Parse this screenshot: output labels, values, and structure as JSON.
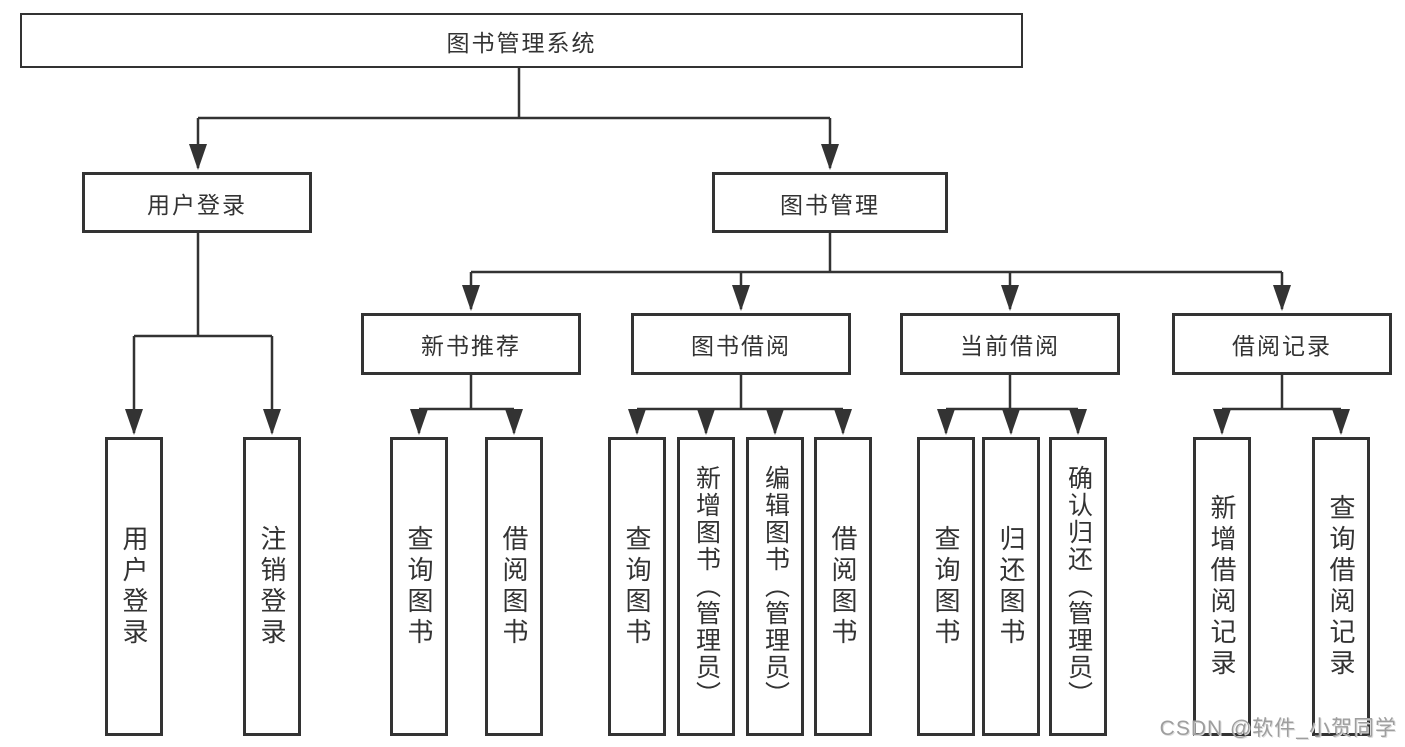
{
  "diagram": {
    "title": "图书管理系统",
    "level2": {
      "user_login": "用户登录",
      "book_management": "图书管理"
    },
    "level3": {
      "new_book_recommend": "新书推荐",
      "book_borrow": "图书借阅",
      "current_borrow": "当前借阅",
      "borrow_record": "借阅记录"
    },
    "leaves": {
      "user_login": "用户登录",
      "logout_login": "注销登录",
      "nbr_query_book": "查询图书",
      "nbr_borrow_book": "借阅图书",
      "bb_query_book": "查询图书",
      "bb_add_book_admin": "新增图书（管理员）",
      "bb_edit_book_admin": "编辑图书（管理员）",
      "bb_borrow_book": "借阅图书",
      "cb_query_book": "查询图书",
      "cb_return_book": "归还图书",
      "cb_confirm_return_admin": "确认归还（管理员）",
      "br_add_record": "新增借阅记录",
      "br_query_record": "查询借阅记录"
    }
  },
  "watermark": "CSDN @软件_小贺同学",
  "colors": {
    "line": "#333333",
    "text": "#333333",
    "background": "#ffffff",
    "watermark": "#9e9e9e"
  }
}
